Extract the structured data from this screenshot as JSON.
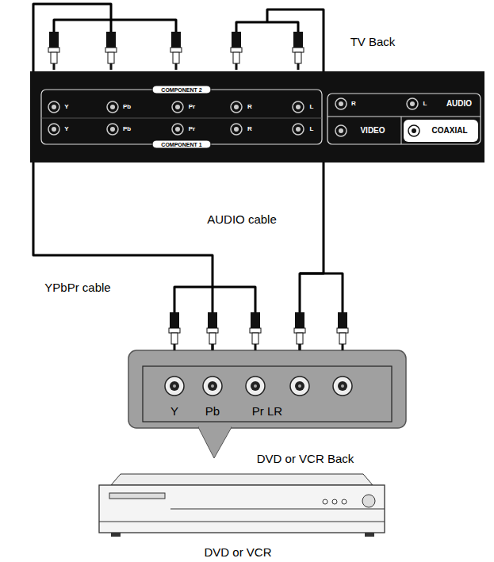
{
  "diagram": {
    "nodes": [
      {
        "text": [
          "TV Back",
          "COMPONENT 2",
          "Y",
          "Pb",
          "Pr",
          "R",
          "L",
          "R",
          "L",
          "AUDIO",
          "VIDEO",
          "COAXIAL",
          "Y",
          "Pb",
          "Pr",
          "R",
          "L",
          "COMPONENT 1"
        ]
      },
      {
        "text": [
          "DVD or VCR Back",
          "Y",
          "Pb",
          "Pr LR"
        ]
      },
      {
        "text": [
          "DVD or VCR"
        ]
      }
    ],
    "edges": [
      {
        "from": 0,
        "to": 1,
        "arrow": "none",
        "label": "YPbPr cable"
      },
      {
        "from": 0,
        "to": 1,
        "arrow": "none",
        "label": "AUDIO cable"
      }
    ]
  }
}
